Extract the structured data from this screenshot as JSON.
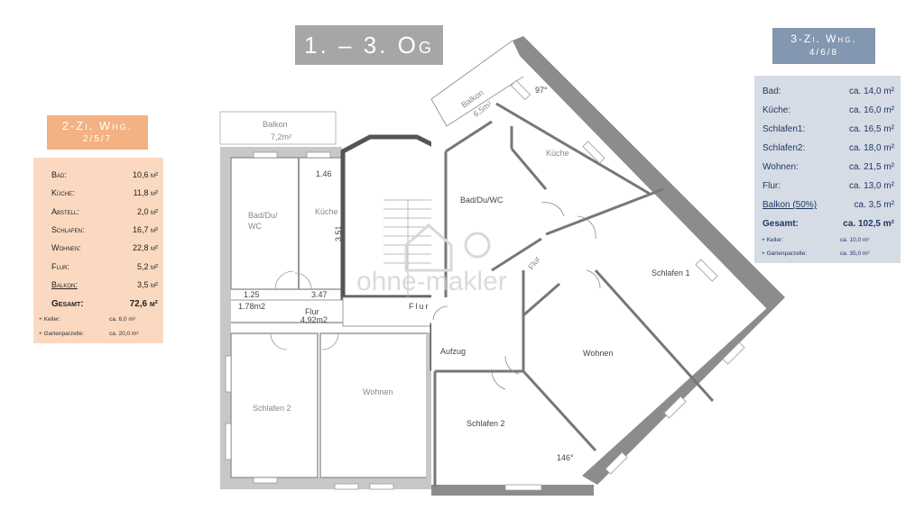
{
  "floor_title": "1. – 3. Og",
  "left_unit": {
    "title": "2-Zi. Whg.",
    "subtitle": "2/5/7",
    "rows": [
      {
        "label": "Bad:",
        "value": "10,6 m²"
      },
      {
        "label": "Küche:",
        "value": "11,8 m²"
      },
      {
        "label": "Abstell:",
        "value": "2,0 m²"
      },
      {
        "label": "Schlafen:",
        "value": "16,7 m²"
      },
      {
        "label": "Wohnen:",
        "value": "22,8 m²"
      },
      {
        "label": "Flur:",
        "value": "5,2 m²"
      },
      {
        "label": "Balkon:",
        "value": "3,5 m²"
      }
    ],
    "total": {
      "label": "Gesamt:",
      "value": "72,6 m²"
    },
    "extras": [
      {
        "label": "+ Keller:",
        "value": "ca.   6,0 m²"
      },
      {
        "label": "+ Gartenparzelle:",
        "value": "ca.  20,0 m²"
      }
    ]
  },
  "right_unit": {
    "title": "3-Zi. Whg.",
    "subtitle": "4/6/8",
    "rows": [
      {
        "label": "Bad:",
        "value": "ca. 14,0 m²"
      },
      {
        "label": "Küche:",
        "value": "ca. 16,0 m²"
      },
      {
        "label": "Schlafen1:",
        "value": "ca. 16,5 m²"
      },
      {
        "label": "Schlafen2:",
        "value": "ca. 18,0 m²"
      },
      {
        "label": "Wohnen:",
        "value": "ca. 21,5 m²"
      },
      {
        "label": "Flur:",
        "value": "ca. 13,0 m²"
      },
      {
        "label": "Balkon (50%)",
        "value": "ca.   3,5 m²"
      }
    ],
    "total": {
      "label": "Gesamt:",
      "value": "ca. 102,5 m²"
    },
    "extras": [
      {
        "label": "+ Keller:",
        "value": "ca.   10,0 m²"
      },
      {
        "label": "+ Gartenparzelle:",
        "value": "ca.   35,0 m²"
      }
    ]
  },
  "plan": {
    "left_balkon": "Balkon",
    "left_balkon_area": "7,2m²",
    "left_bad": "Bad/Du/",
    "left_bad2": "WC",
    "left_kueche": "Küche",
    "left_schlafen": "Schlafen 2",
    "left_wohnen": "Wohnen",
    "left_flur": "Flur",
    "left_flur_area": "4,92m2",
    "dim_146": "1.46",
    "dim_351": "3.51",
    "dim_125": "1.25",
    "dim_347": "3.47",
    "dim_178": "1.78m2",
    "stair_flur": "Flur",
    "aufzug": "Aufzug",
    "right_balkon": "Balkon",
    "right_balkon_area": "6,5m²",
    "right_kueche": "Küche",
    "right_bad": "Bad/Du/WC",
    "right_flur": "Flur",
    "right_schlafen1": "Schlafen 1",
    "right_wohnen": "Wohnen",
    "right_schlafen2": "Schlafen 2",
    "angle_97": "97°",
    "angle_146": "146°",
    "watermark": "ohne-makler"
  }
}
